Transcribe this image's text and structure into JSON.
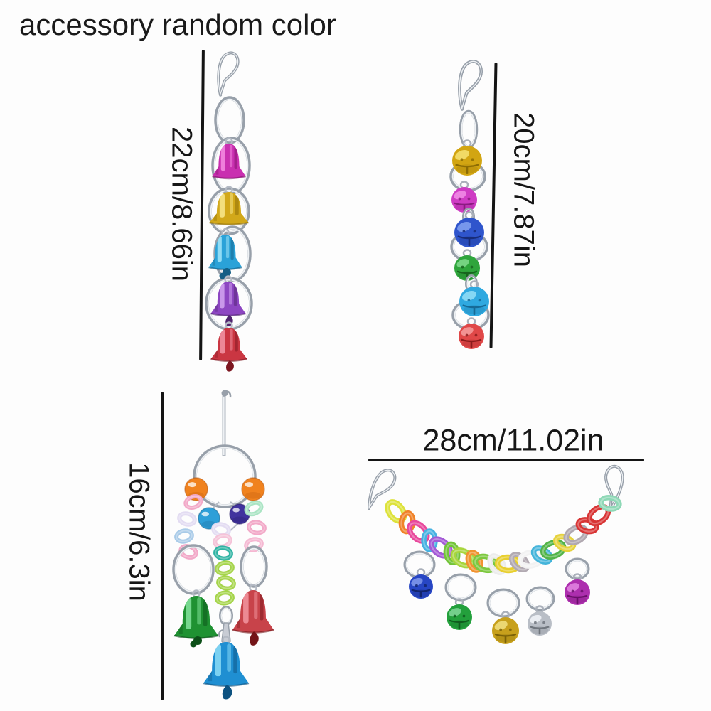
{
  "title": "accessory random color",
  "palette": {
    "background": "#fdfdfd",
    "text": "#1a1a1a",
    "dimension_line": "#141414",
    "metal_dark": "#98a0aa",
    "metal_light": "#eef1f4"
  },
  "toys": {
    "bell_string": {
      "description": "vertical string of five flared bells linked by metal rings with snap clip",
      "label": "22cm/8.66in",
      "bells": [
        {
          "color_name": "magenta",
          "base": "#c92fb0",
          "light": "#f387e0",
          "dark": "#7e1168"
        },
        {
          "color_name": "gold",
          "base": "#d2a81a",
          "light": "#f6e488",
          "dark": "#8a6a06"
        },
        {
          "color_name": "sky-blue",
          "base": "#2aa2d8",
          "light": "#9ce2f8",
          "dark": "#135e85"
        },
        {
          "color_name": "purple",
          "base": "#8d46c2",
          "light": "#cfa0ee",
          "dark": "#50246f"
        },
        {
          "color_name": "red",
          "base": "#ca3642",
          "light": "#f090a0",
          "dark": "#7c1620"
        }
      ]
    },
    "jingle_string": {
      "description": "vertical string of six jingle bells linked by metal rings with snap clip",
      "label": "20cm/7.87in",
      "bells": [
        {
          "color_name": "gold",
          "base": "#d2a512",
          "light": "#f4e070",
          "dark": "#8c6c04"
        },
        {
          "color_name": "magenta",
          "base": "#cf3cc4",
          "light": "#f08ae6",
          "dark": "#8a1c80"
        },
        {
          "color_name": "royal-blue",
          "base": "#2f55cc",
          "light": "#7e9ef0",
          "dark": "#182c78"
        },
        {
          "color_name": "green",
          "base": "#2fa53c",
          "light": "#7ed88a",
          "dark": "#17641e"
        },
        {
          "color_name": "sky-blue",
          "base": "#2fa9e0",
          "light": "#8edcf6",
          "dark": "#166a96"
        },
        {
          "color_name": "red",
          "base": "#e04848",
          "light": "#f49a9a",
          "dark": "#8c1c1c"
        }
      ]
    },
    "bead_swing": {
      "description": "hanger pin with arch ring, beads, acrylic chain links and three flared bells",
      "label": "16cm/6.3in",
      "beads": [
        {
          "color_name": "orange",
          "base": "#f0821e",
          "light": "#ffc27d",
          "dark": "#b4520a"
        },
        {
          "color_name": "orange",
          "base": "#f0821e",
          "light": "#ffc27d",
          "dark": "#b4520a"
        },
        {
          "color_name": "blue",
          "base": "#2e9fd8",
          "light": "#8ed4f2",
          "dark": "#16618c"
        },
        {
          "color_name": "indigo",
          "base": "#41339e",
          "light": "#8a7cd8",
          "dark": "#221660"
        }
      ],
      "links_left": [
        "#f2a9c8",
        "#e3dcf2",
        "#a9cbe8",
        "#f2a9c8"
      ],
      "links_middle": [
        "#e3dcf2",
        "#f5c3d8",
        "#2fb3a3",
        "#a5d44a",
        "#a5d44a",
        "#a5d44a"
      ],
      "links_right": [
        "#a9e4c3",
        "#f2a9c8",
        "#f5b8d2"
      ],
      "bells": [
        {
          "color_name": "green",
          "base": "#1f9232",
          "light": "#7fe098",
          "dark": "#0c4f18"
        },
        {
          "color_name": "red",
          "base": "#c8434a",
          "light": "#f0919b",
          "dark": "#731418"
        },
        {
          "color_name": "blue",
          "base": "#1f8fd2",
          "light": "#86d8f4",
          "dark": "#0d5280"
        }
      ]
    },
    "chain_bridge": {
      "description": "acrylic chain bridge with two snap clips and five hanging jingle bells on rings",
      "label": "28cm/11.02in",
      "chain": [
        "#dde23a",
        "#f08228",
        "#e8489c",
        "#46b2e2",
        "#a45ad6",
        "#72c438",
        "#a8d63e",
        "#f0922e",
        "#7cc83e",
        "#ececec",
        "#e8cf2e",
        "#b2aab2",
        "#f2f2f2",
        "#44b4da",
        "#52b448",
        "#e6d23c",
        "#b0a8b0",
        "#d83434",
        "#d83434",
        "#8ed8b6"
      ],
      "bells": [
        {
          "color_name": "blue",
          "base": "#2746c4",
          "light": "#7e96ea",
          "dark": "#12246e"
        },
        {
          "color_name": "green",
          "base": "#23a03c",
          "light": "#7cd494",
          "dark": "#0f5c1e"
        },
        {
          "color_name": "gold",
          "base": "#c7a01c",
          "light": "#eedd7c",
          "dark": "#7c6208"
        },
        {
          "color_name": "silver",
          "base": "#b9bec6",
          "light": "#eff2f6",
          "dark": "#70767e"
        },
        {
          "color_name": "magenta",
          "base": "#ad2fae",
          "light": "#e082e0",
          "dark": "#6a106a"
        }
      ]
    }
  }
}
